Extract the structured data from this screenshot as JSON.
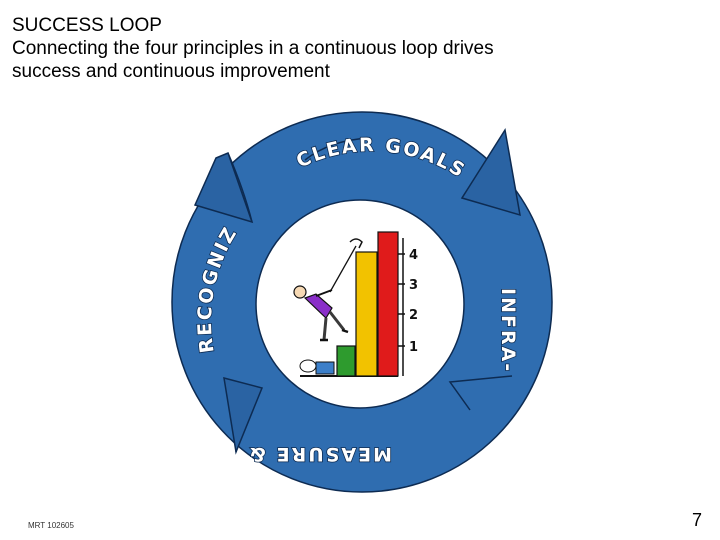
{
  "slide": {
    "title_line1": "SUCCESS LOOP",
    "title_line2": "Connecting the four principles in a continuous loop drives",
    "title_line3": "success and continuous improvement",
    "footer_code": "MRT 102605",
    "page_number": "7"
  },
  "loop": {
    "segments": [
      {
        "label": "CLEAR GOALS"
      },
      {
        "label": "INFRA-"
      },
      {
        "label": "MEASURE &"
      },
      {
        "label": "RECOGNIZE"
      }
    ],
    "ring_color": "#2f6db0",
    "ring_dark": "#1c4f8a"
  },
  "illustration": {
    "levels": [
      "1",
      "2",
      "3",
      "4"
    ],
    "bar_colors": [
      "#2e9b2e",
      "#f2c200",
      "#e01b1b"
    ]
  }
}
